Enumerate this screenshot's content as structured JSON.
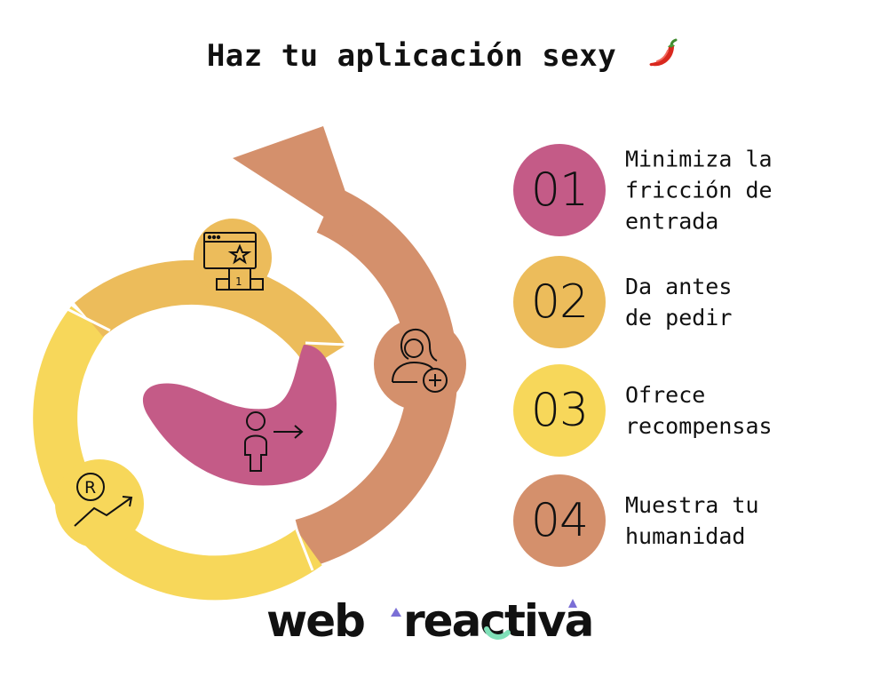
{
  "title": "Haz tu aplicación sexy",
  "colors": {
    "step1": "#c45b87",
    "step2": "#ecbc5b",
    "step3": "#f7d75a",
    "step4": "#d4906c",
    "ink": "#111111"
  },
  "icons": {
    "title_emoji": "chili-pepper-icon",
    "step1": "user-arrow-right-icon",
    "step2": "browser-star-podium-icon",
    "step3": "registered-growth-arrow-icon",
    "step4": "woman-add-user-icon"
  },
  "steps": [
    {
      "number": "01",
      "text": "Minimiza la\nfricción de\nentrada"
    },
    {
      "number": "02",
      "text": "Da antes\nde pedir"
    },
    {
      "number": "03",
      "text": "Ofrece\nrecompensas"
    },
    {
      "number": "04",
      "text": "Muestra tu\nhumanidad"
    }
  ],
  "logo": {
    "word1": "web",
    "word2": "reactiva"
  }
}
